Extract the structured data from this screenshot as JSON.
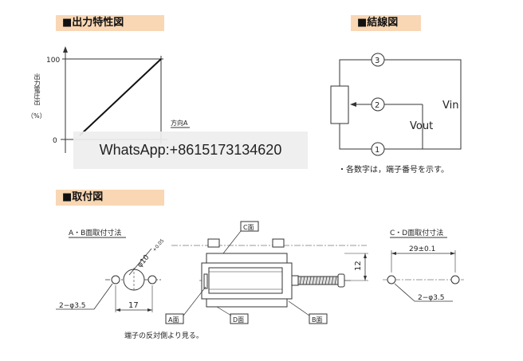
{
  "sections": {
    "output_chart_title": "■出力特性図",
    "wiring_title": "■結線図",
    "mounting_title": "■取付図"
  },
  "output_chart": {
    "y_label": "出力電圧出",
    "y_unit": "（%）",
    "y_tick_top": "100",
    "y_tick_bottom": "0",
    "direction_label": "方向A"
  },
  "wiring": {
    "terminal_3": "3",
    "terminal_2": "2",
    "terminal_1": "1",
    "vin_label": "Vin",
    "vout_label": "Vout",
    "note": "・各数字は，端子番号を示す。"
  },
  "mounting": {
    "ab_face_title": "A・B面取付寸法",
    "diameter_label": "φ10",
    "diameter_tol": "+0.05",
    "hole_label_left": "2−φ3.5",
    "dim_17": "17",
    "c_face_label": "C面",
    "a_face_label": "A面",
    "d_face_label": "D面",
    "b_face_label": "B面",
    "dim_12": "12",
    "terminal_note": "端子の反対側より見る。",
    "cd_face_title": "C・D面取付寸法",
    "dim_29": "29±0.1",
    "hole_label_right": "2−φ3.5"
  },
  "watermark": {
    "text": "WhatsApp:+8615173134620"
  }
}
